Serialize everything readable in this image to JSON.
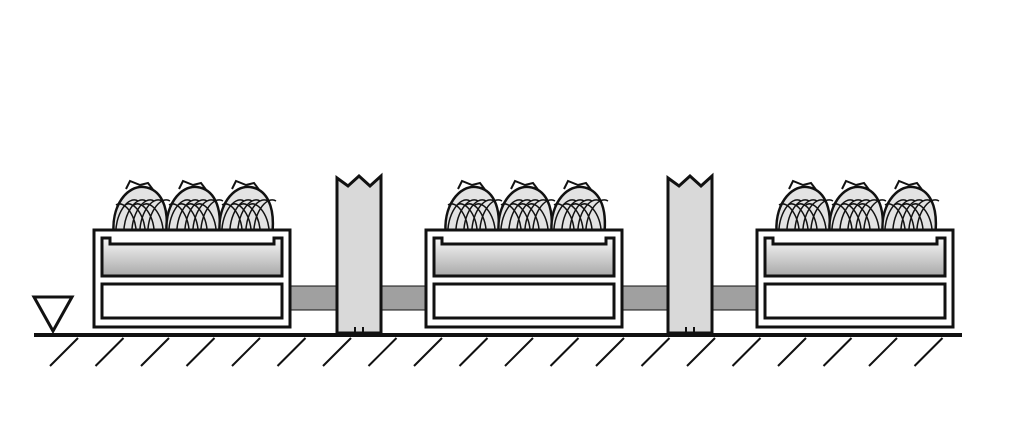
{
  "diagram": {
    "module_count": 3,
    "post_count": 2,
    "tufts_per_module": 3,
    "colors": {
      "ink": "#111111",
      "frame_fill": "#ffffff",
      "profile_gradient_light": "#f7f7f7",
      "profile_gradient_dark": "#a9a9a9",
      "post_fill": "#d9d9d9",
      "connector_fill": "#a0a0a0",
      "tuft_fill": "#e3e3e3",
      "floor": "#111111"
    }
  }
}
